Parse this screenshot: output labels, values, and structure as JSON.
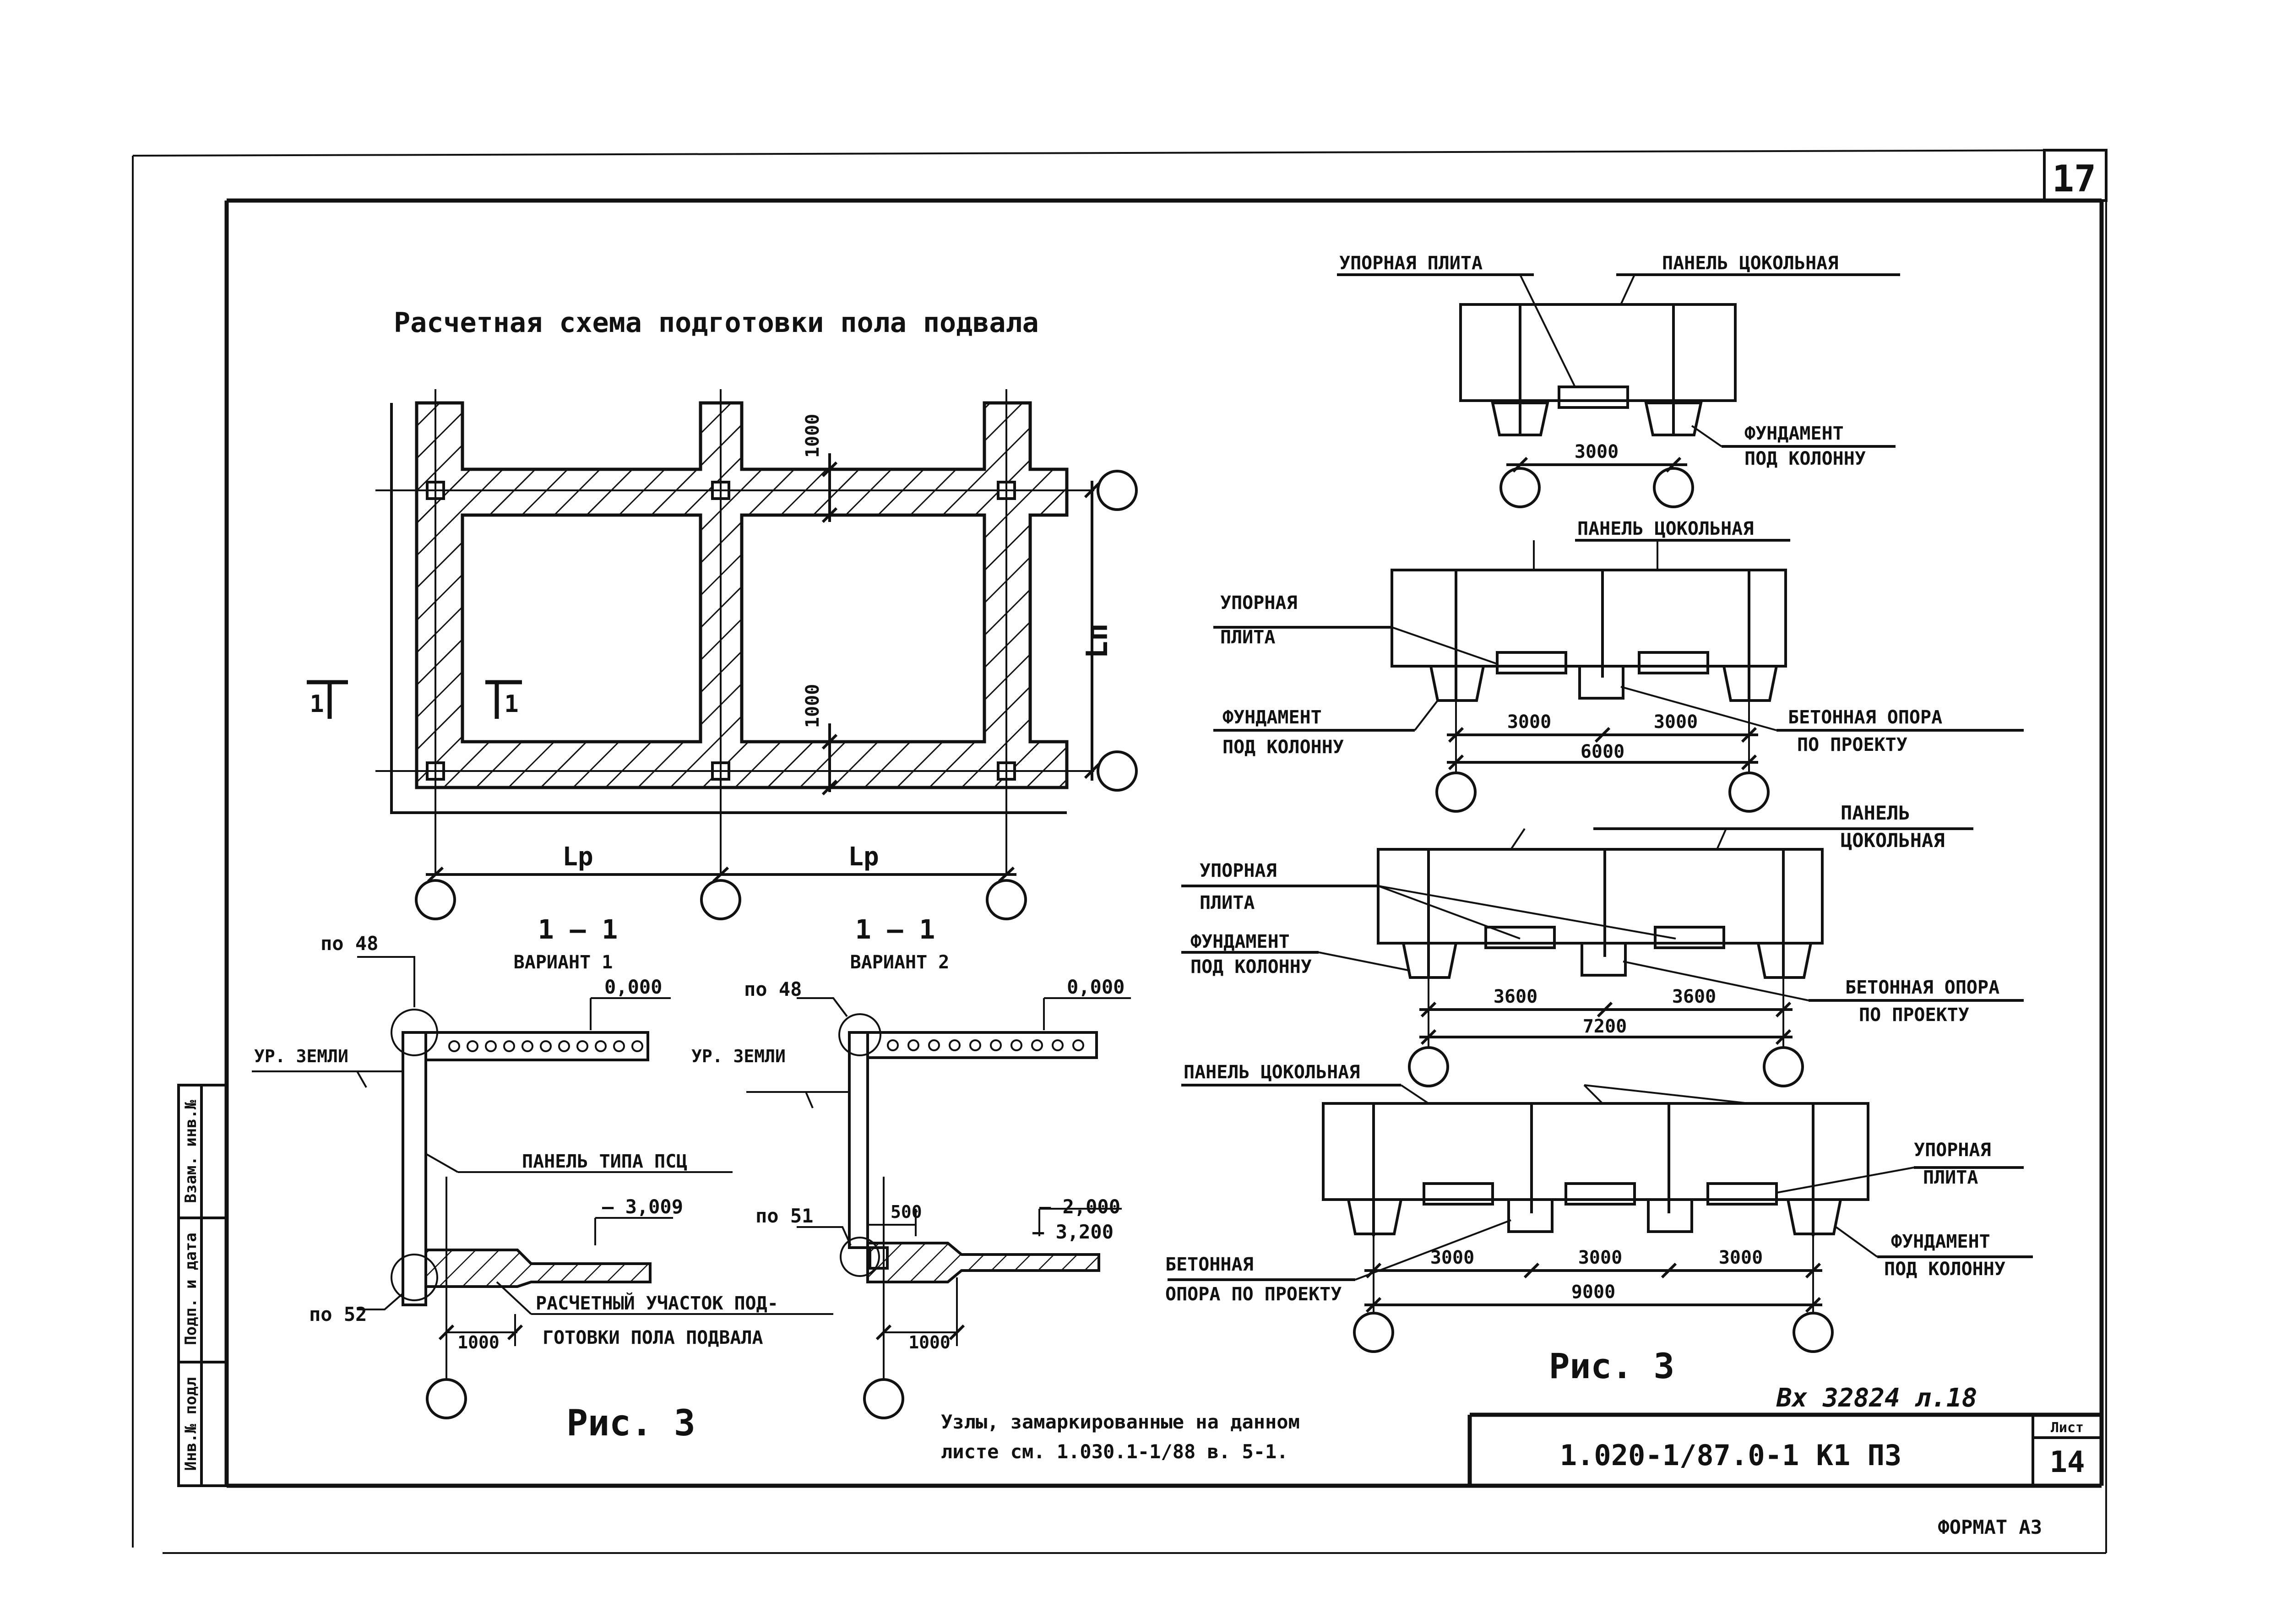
{
  "sheet": {
    "page_number": "17",
    "sheet_label": "Лист",
    "sheet_number": "14",
    "drawing_code": "1.020-1/87.0-1 К1 ПЗ",
    "inventory_note": "Вх 32824 л.18",
    "format": "ФОРМАТ А3",
    "sidebar": [
      "Инв.№ подл",
      "Подп. и дата",
      "Взам. инв.№"
    ]
  },
  "plan": {
    "title": "Расчетная схема подготовки пола подвала",
    "dim_1000_top": "1000",
    "dim_1000_bottom": "1000",
    "dim_ln": "Lп",
    "span_left": "Lp",
    "span_right": "Lp",
    "section_left": "1",
    "section_mid": "1"
  },
  "sections": {
    "v1_title": "1 – 1",
    "v1_sub": "ВАРИАНТ 1",
    "v2_title": "1 – 1",
    "v2_sub": "ВАРИАНТ 2",
    "node48_a": "по 48",
    "node48_b": "по 48",
    "node51": "по 51",
    "node52": "по 52",
    "level_000_a": "0,000",
    "level_000_b": "0,000",
    "ground_a": "УР. ЗЕМЛИ",
    "ground_b": "УР. ЗЕМЛИ",
    "panel_type": "ПАНЕЛЬ ТИПА ПСЦ",
    "level_3009": "– 3,009",
    "level_2000": "– 2,000",
    "level_3200": "– 3,200",
    "dim_500": "500",
    "dim_1000_a": "1000",
    "dim_1000_b": "1000",
    "callout_line1": "РАСЧЕТНЫЙ УЧАСТОК ПОД-",
    "callout_line2": "ГОТОВКИ ПОЛА ПОДВАЛА",
    "fig_label": "Рис. 3"
  },
  "notes": {
    "line1": "Узлы, замаркированные на данном",
    "line2": "листе см. 1.030.1-1/88 в. 5-1."
  },
  "right": {
    "d1_support": "УПОРНАЯ ПЛИТА",
    "d1_panel": "ПАНЕЛЬ ЦОКОЛЬНАЯ",
    "d1_found1": "ФУНДАМЕНТ",
    "d1_found2": "ПОД КОЛОННУ",
    "d1_dim": "3000",
    "d2_panel": "ПАНЕЛЬ ЦОКОЛЬНАЯ",
    "d2_support1": "УПОРНАЯ",
    "d2_support2": "ПЛИТА",
    "d2_found1": "ФУНДАМЕНТ",
    "d2_found2": "ПОД КОЛОННУ",
    "d2_concrete1": "БЕТОННАЯ ОПОРА",
    "d2_concrete2": "ПО ПРОЕКТУ",
    "d2_dim_a": "3000",
    "d2_dim_b": "3000",
    "d2_dim_total": "6000",
    "d3_panel1": "ПАНЕЛЬ",
    "d3_panel2": "ЦОКОЛЬНАЯ",
    "d3_support1": "УПОРНАЯ",
    "d3_support2": "ПЛИТА",
    "d3_found1": "ФУНДАМЕНТ",
    "d3_found2": "ПОД КОЛОННУ",
    "d3_concrete1": "БЕТОННАЯ ОПОРА",
    "d3_concrete2": "ПО ПРОЕКТУ",
    "d3_dim_a": "3600",
    "d3_dim_b": "3600",
    "d3_dim_total": "7200",
    "d4_panel": "ПАНЕЛЬ ЦОКОЛЬНАЯ",
    "d4_support1": "УПОРНАЯ",
    "d4_support2": "ПЛИТА",
    "d4_found1": "ФУНДАМЕНТ",
    "d4_found2": "ПОД КОЛОННУ",
    "d4_concrete1": "БЕТОННАЯ",
    "d4_concrete2": "ОПОРА ПО ПРОЕКТУ",
    "d4_dim_a": "3000",
    "d4_dim_b": "3000",
    "d4_dim_c": "3000",
    "d4_dim_total": "9000",
    "fig_label": "Рис. 3"
  }
}
